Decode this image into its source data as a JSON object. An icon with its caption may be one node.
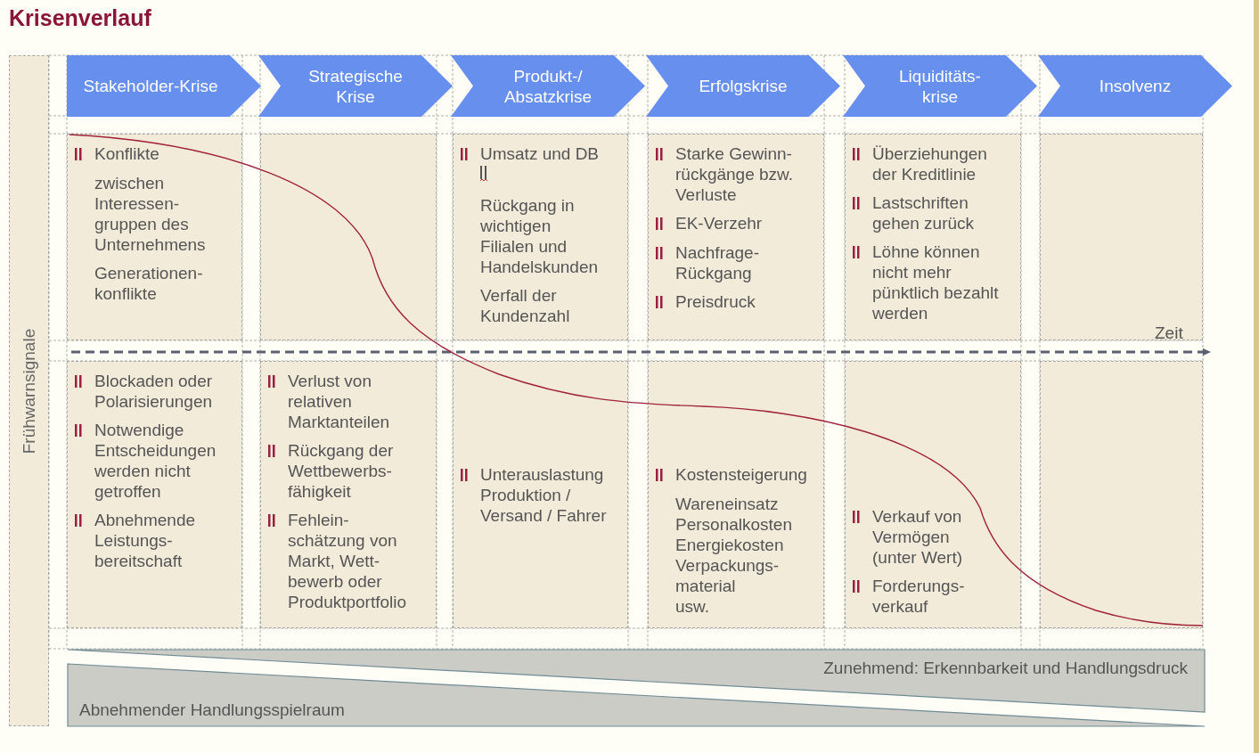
{
  "diagram": {
    "title": "Krisenverlauf",
    "nodes": [
      {
        "text": [
          "Frühwarnsignale"
        ]
      },
      {
        "text": [
          "Stakeholder-Krise"
        ]
      },
      {
        "text": [
          "Strategische Krise"
        ]
      },
      {
        "text": [
          "Produkt-/ Absatzkrise"
        ]
      },
      {
        "text": [
          "Erfolgskrise"
        ]
      },
      {
        "text": [
          "Liquiditäts- krise"
        ]
      },
      {
        "text": [
          "Insolvenz"
        ]
      },
      {
        "text": [
          "Konflikte",
          "zwischen Interessen- gruppen des Unternehmens",
          "Generationen- konflikte"
        ]
      },
      {
        "text": [],
        "shape": "box"
      },
      {
        "text": [
          "Umsatz und DB",
          "Rückgang in wichtigen Filialen und Handelskunden",
          "Verfall der Kundenzahl"
        ]
      },
      {
        "text": [
          "Starke Gewinn- rückgänge bzw. Verluste",
          "EK-Verzehr",
          "Nachfrage- Rückgang",
          "Preisdruck"
        ]
      },
      {
        "text": [
          "Überziehungen der Kreditlinie",
          "Lastschriften gehen zurück",
          "Löhne können nicht mehr pünktlich bezahlt werden"
        ]
      },
      {
        "text": [],
        "shape": "box"
      },
      {
        "text": [
          "Blockaden oder Polarisierungen",
          "Notwendige Entscheidungen werden nicht getroffen",
          "Abnehmende Leistungs- bereitschaft"
        ]
      },
      {
        "text": [
          "Verlust von relativen Marktanteilen",
          "Rückgang der Wettbewerbs- fähigkeit",
          "Fehlein- schätzung von Markt, Wett- bewerb oder Produktportfolio"
        ]
      },
      {
        "text": [
          "Unterauslastung Produktion / Versand / Fahrer"
        ]
      },
      {
        "text": [
          "Kostensteigerung",
          "Wareneinsatz",
          "Personalkosten",
          "Energiekosten",
          "Verpackungs- material",
          "usw."
        ]
      },
      {
        "text": [
          "Verkauf von Vermögen (unter Wert)",
          "Forderungs- verkauf"
        ]
      },
      {
        "text": [],
        "shape": "box"
      },
      {
        "text": [
          "Zunehmend: Erkennbarkeit und Handlungsdruck"
        ]
      },
      {
        "text": [
          "Abnehmender Handlungsspielraum"
        ]
      }
    ],
    "labels": [
      "Zeit"
    ]
  }
}
